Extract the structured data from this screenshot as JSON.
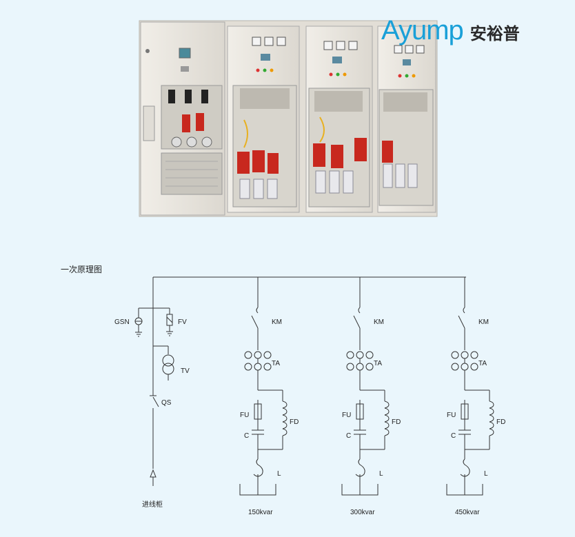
{
  "brand": {
    "name_en": "Ayump",
    "name_cn": "安裕普"
  },
  "diagram_title": "一次原理图",
  "incoming": {
    "labels": {
      "arrester_left": "GSN",
      "arrester_right": "FV",
      "transformer": "TV",
      "switch": "QS",
      "cabinet": "进线柜"
    }
  },
  "branch_labels": {
    "contactor": "KM",
    "current_transformer": "TA",
    "fuse": "FU",
    "discharge": "FD",
    "capacitor": "C",
    "reactor": "L"
  },
  "branches": [
    {
      "capacity": "150kvar"
    },
    {
      "capacity": "300kvar"
    },
    {
      "capacity": "450kvar"
    }
  ],
  "colors": {
    "background": "#eaf6fc",
    "line": "#333333",
    "cabinet": "#e8e4dc",
    "capacitor_red": "#c8281e",
    "brand_blue": "#1aa0d8"
  }
}
